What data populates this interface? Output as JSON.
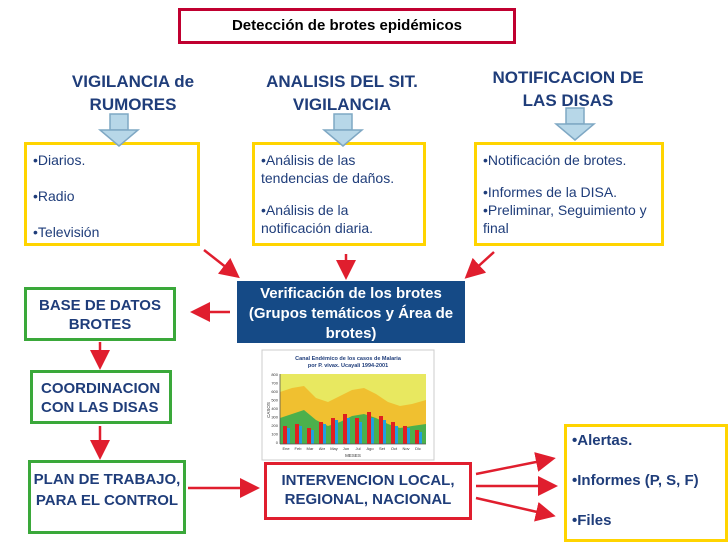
{
  "title": "Detección de brotes epidémicos",
  "columns": [
    {
      "heading": "VIGILANCIA de RUMORES",
      "items": [
        "•Diarios.",
        "•Radio",
        "•Televisión"
      ]
    },
    {
      "heading": "ANALISIS DEL SIT. VIGILANCIA",
      "items": [
        "•Análisis de las tendencias de daños.",
        "•Análisis de la notificación diaria."
      ]
    },
    {
      "heading": "NOTIFICACION DE LAS DISAS",
      "items": [
        "•Notificación de brotes.",
        "•Informes de la DISA.",
        "•Preliminar, Seguimiento y final"
      ]
    }
  ],
  "verification": "Verificación de los brotes (Grupos temáticos y Área de brotes)",
  "left_chain": [
    "BASE DE DATOS BROTES",
    "COORDINACION CON LAS DISAS",
    "PLAN DE TRABAJO, PARA EL CONTROL"
  ],
  "intervention": "INTERVENCION LOCAL, REGIONAL, NACIONAL",
  "outcomes": [
    "•Alertas.",
    "•Informes (P, S, F)",
    "•Files"
  ],
  "thumbnail": {
    "title_line1": "Canal Endémico de los casos de Malaria",
    "title_line2": "por P. vivax. Ucayali 1994-2001",
    "months": [
      "Ene",
      "Feb",
      "Mar",
      "Abr",
      "May",
      "Jun",
      "Jul",
      "Ago",
      "Set",
      "Oct",
      "Nov",
      "Dic"
    ],
    "xlabel": "MESES",
    "ylabel": "CASOS",
    "yticks": [
      "800",
      "700",
      "600",
      "500",
      "400",
      "300",
      "200",
      "100",
      "0"
    ]
  },
  "colors": {
    "title_border": "#c00030",
    "text": "#1f3d7a",
    "yellow": "#ffd400",
    "green": "#3aa83a",
    "red": "#e01e2e",
    "verif_bg": "#154a86",
    "arrow_fill": "#b7d7e8",
    "arrow_stroke": "#7fa8c4"
  }
}
